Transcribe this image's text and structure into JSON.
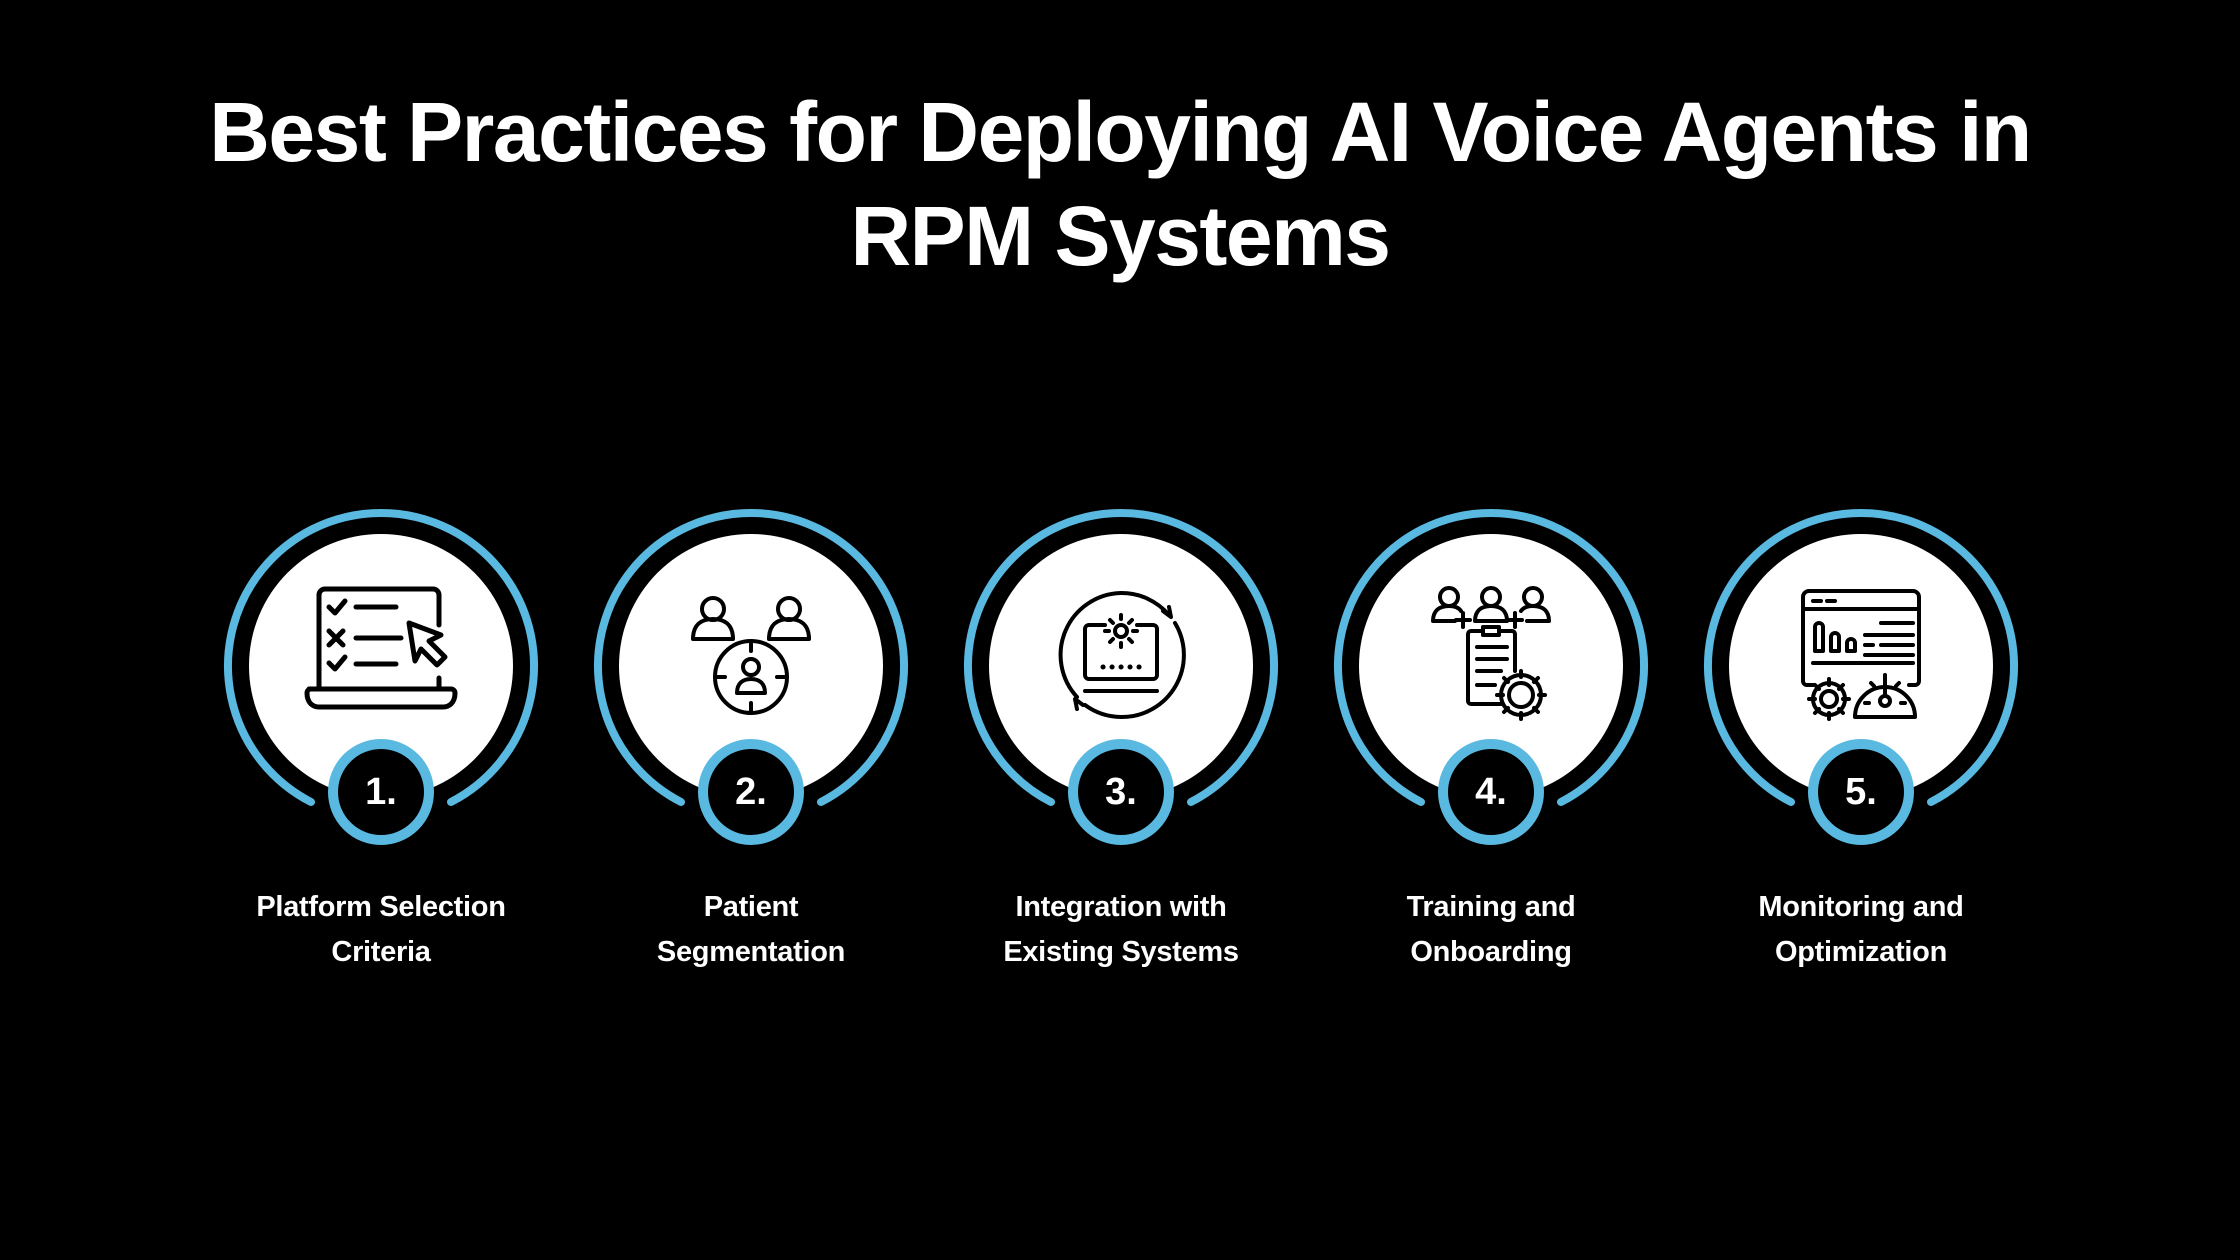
{
  "title": {
    "line1": "Best Practices for Deploying AI Voice Agents in",
    "line2": "RPM Systems"
  },
  "colors": {
    "background": "#000000",
    "accent_ring": "#5ab9e0",
    "disc": "#ffffff",
    "icon_stroke": "#000000",
    "text": "#ffffff"
  },
  "steps": [
    {
      "number": "1.",
      "label_line1": "Platform Selection",
      "label_line2": "Criteria",
      "icon": "laptop-checklist-cursor-icon"
    },
    {
      "number": "2.",
      "label_line1": "Patient",
      "label_line2": "Segmentation",
      "icon": "target-audience-users-icon"
    },
    {
      "number": "3.",
      "label_line1": "Integration with",
      "label_line2": "Existing Systems",
      "icon": "laptop-gear-sync-icon"
    },
    {
      "number": "4.",
      "label_line1": "Training and",
      "label_line2": "Onboarding",
      "icon": "team-clipboard-gear-icon"
    },
    {
      "number": "5.",
      "label_line1": "Monitoring and",
      "label_line2": "Optimization",
      "icon": "dashboard-gear-gauge-icon"
    }
  ]
}
